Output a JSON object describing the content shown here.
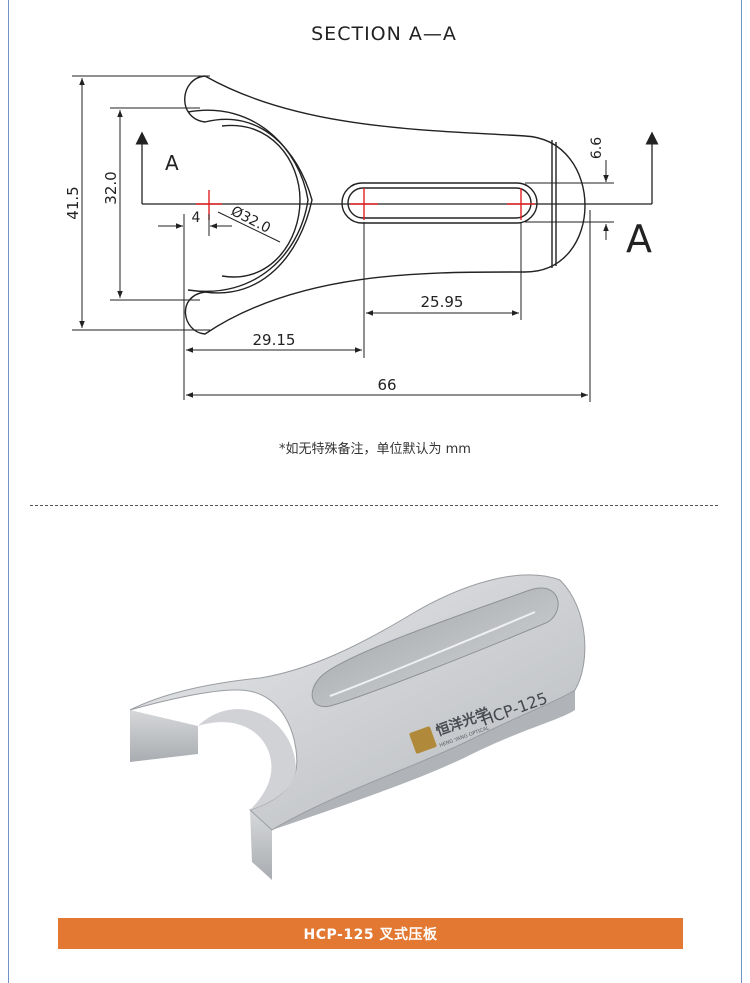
{
  "drawing": {
    "section_title": "SECTION A—A",
    "section_marker_left": "A",
    "section_marker_right": "A",
    "dimensions": {
      "overall_height": "41.5",
      "inner_height": "32.0",
      "top_offset": "6.6",
      "fork_offset": "4",
      "bore_diameter": "Ø32.0",
      "slot_length": "25.95",
      "center_to_slot": "29.15",
      "overall_length": "66"
    },
    "note": "*如无特殊备注，单位默认为 mm"
  },
  "photo": {
    "engraved_brand": "恒洋光学",
    "engraved_brand_sub": "HENG YANG OPTICAL",
    "engraved_model": "HCP-125"
  },
  "banner": {
    "label": "HCP-125  叉式压板"
  },
  "colors": {
    "banner": "#e27831",
    "center_mark": "#e02020",
    "side_rule": "#6f93c4"
  }
}
